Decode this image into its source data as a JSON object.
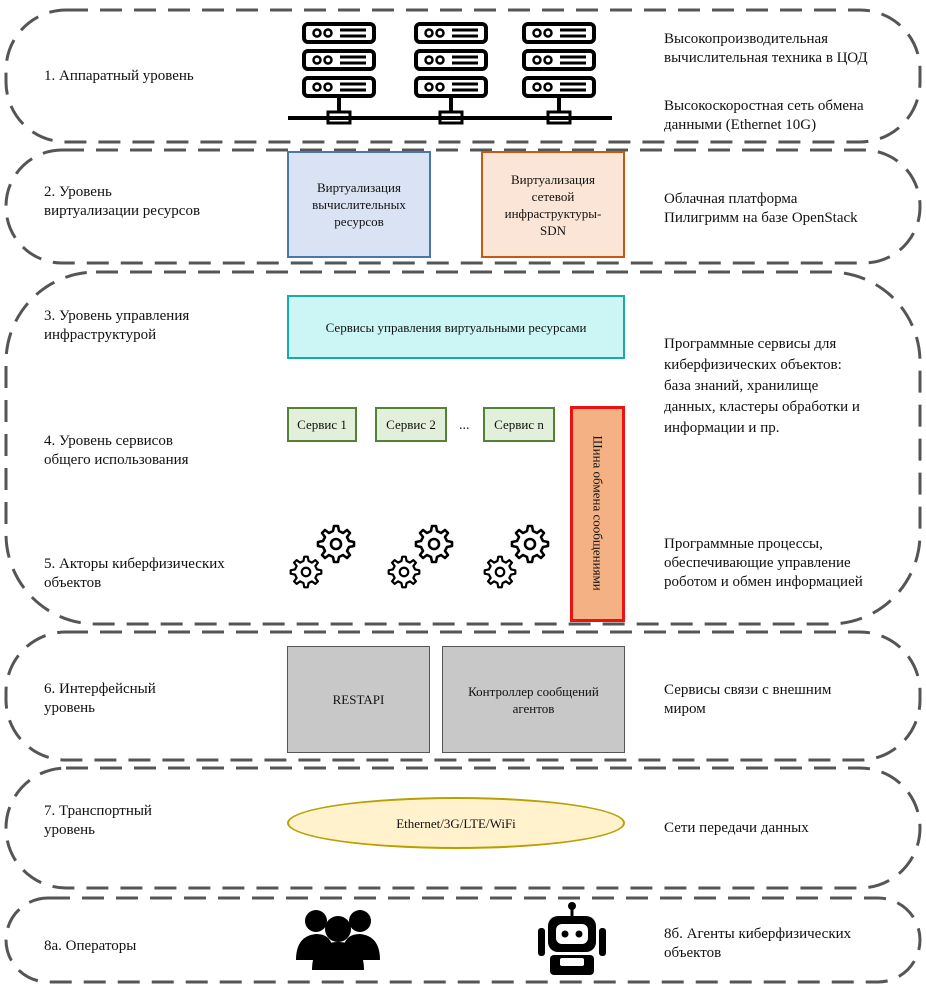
{
  "layers": {
    "l1": {
      "label": "1. Аппаратный уровень",
      "desc1": "Высокопроизводительная\nвычислительная техника в ЦОД",
      "desc2": "Высокоскоростная сеть обмена\nданными (Ethernet 10G)"
    },
    "l2": {
      "label": "2. Уровень\nвиртуализации ресурсов",
      "box_compute": "Виртуализация\nвычислительных\nресурсов",
      "box_network": "Виртуализация\nсетевой\nинфраструктуры-\nSDN",
      "desc": "Облачная платформа\nПилигримм на базе OpenStack"
    },
    "l3": {
      "label": "3. Уровень управления\nинфраструктурой",
      "box": "Сервисы управления виртуальными ресурсами"
    },
    "l4": {
      "label": "4. Уровень сервисов\nобщего использования",
      "service1": "Сервис 1",
      "service2": "Сервис 2",
      "ellipsis": "...",
      "servicen": "Сервис n"
    },
    "middle_desc": "Программные сервисы для\nкиберфизических объектов:\nбаза знаний, хранилище\nданных, кластеры обработки и\nинформации и пр.",
    "l5": {
      "label": "5. Акторы киберфизических\nобъектов",
      "desc": "Программные процессы,\nобеспечивающие управление\nроботом и обмен информацией"
    },
    "bus": "Шина обмена сообщениями",
    "l6": {
      "label": "6. Интерфейсный\nуровень",
      "box_rest": "RESTAPI",
      "box_ctrl": "Контроллер сообщений\nагентов",
      "desc": "Сервисы связи с внешним\nмиром"
    },
    "l7": {
      "label": "7. Транспортный\nуровень",
      "ellipse": "Ethernet/3G/LTE/WiFi",
      "desc": "Сети передачи данных"
    },
    "l8": {
      "label_a": "8а. Операторы",
      "label_b": "8б. Агенты киберфизических\nобъектов"
    }
  },
  "icons": {
    "servers": "server-rack-icon",
    "gears": "gears-icon",
    "users": "users-group-icon",
    "robot": "robot-icon"
  },
  "colors": {
    "blue_fill": "#dae3f3",
    "blue_border": "#4a76a8",
    "orange_fill": "#fbe5d6",
    "orange_border": "#c55a11",
    "cyan_fill": "#ccf5f5",
    "cyan_border": "#1aaaa5",
    "green_fill": "#e2efda",
    "green_border": "#548235",
    "bus_fill": "#f4b183",
    "bus_border": "#ee1111",
    "gray_fill": "#c8c8c8",
    "ellipse_fill": "#fff2cc",
    "ellipse_border": "#b8a000"
  }
}
